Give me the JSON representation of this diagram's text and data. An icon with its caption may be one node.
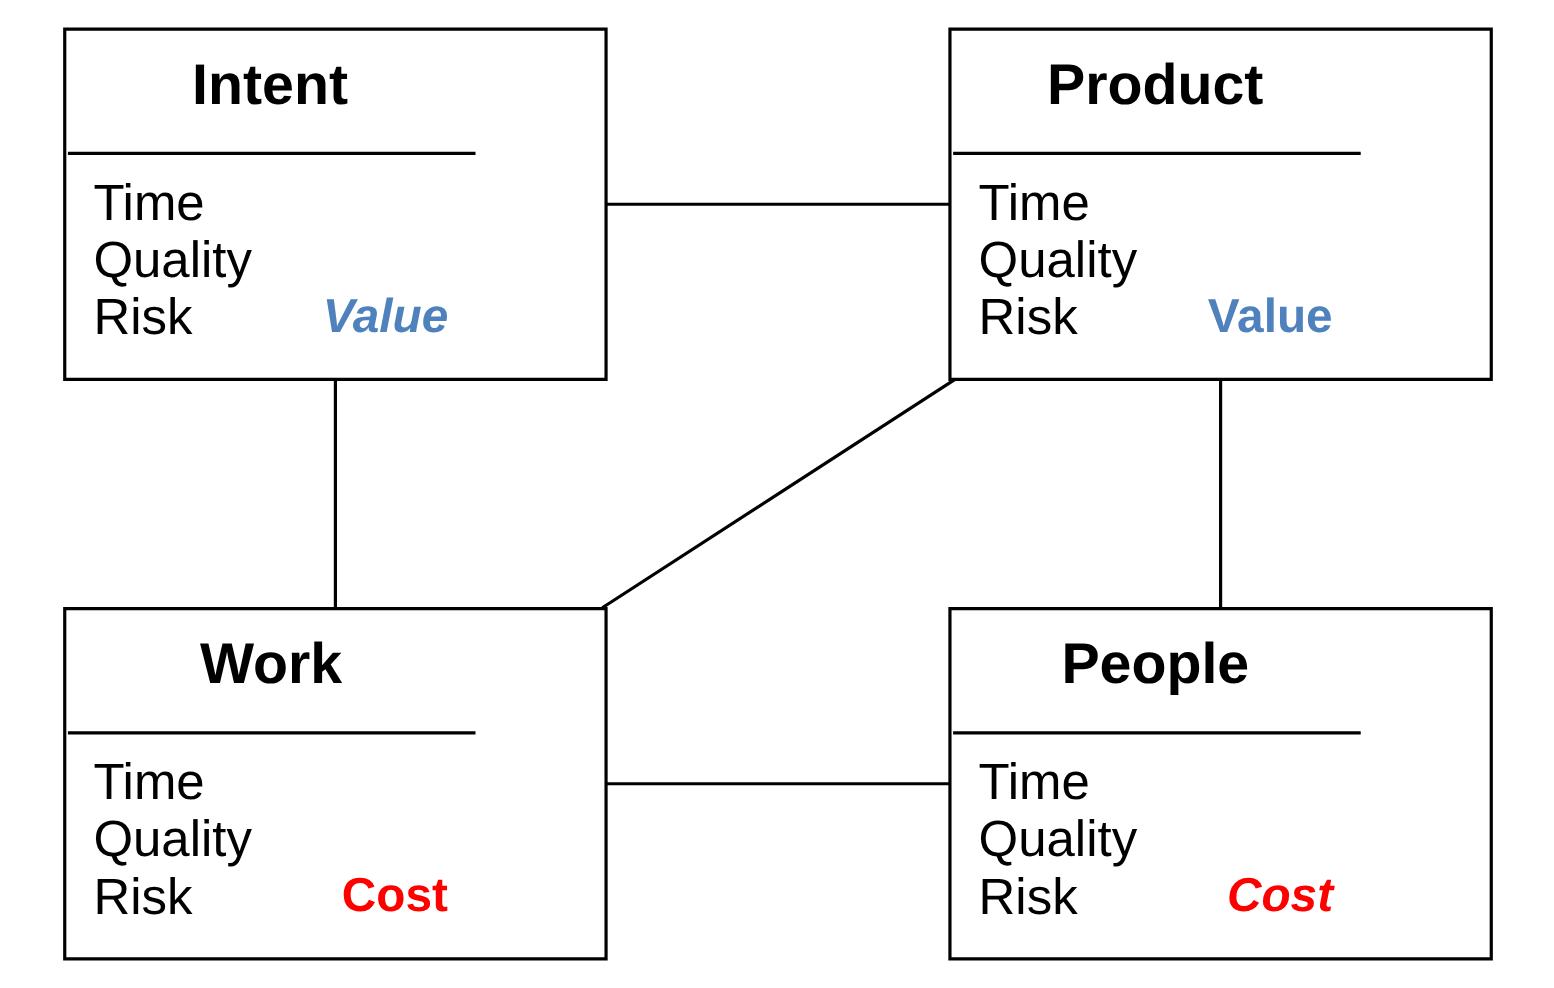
{
  "diagram": {
    "nodes": [
      {
        "text": [
          "Intent",
          "Time Quality Risk",
          "Value"
        ]
      },
      {
        "text": [
          "Product",
          "Time Quality Risk",
          "Value"
        ]
      },
      {
        "text": [
          "Work",
          "Time Quality Risk",
          "Cost"
        ]
      },
      {
        "text": [
          "People",
          "Time Quality Risk",
          "Cost"
        ]
      }
    ],
    "edges": [
      {
        "from": 0,
        "to": 1,
        "arrow": "none"
      },
      {
        "from": 0,
        "to": 2,
        "arrow": "none"
      },
      {
        "from": 1,
        "to": 2,
        "arrow": "none"
      },
      {
        "from": 1,
        "to": 3,
        "arrow": "none"
      },
      {
        "from": 2,
        "to": 3,
        "arrow": "none"
      }
    ]
  }
}
